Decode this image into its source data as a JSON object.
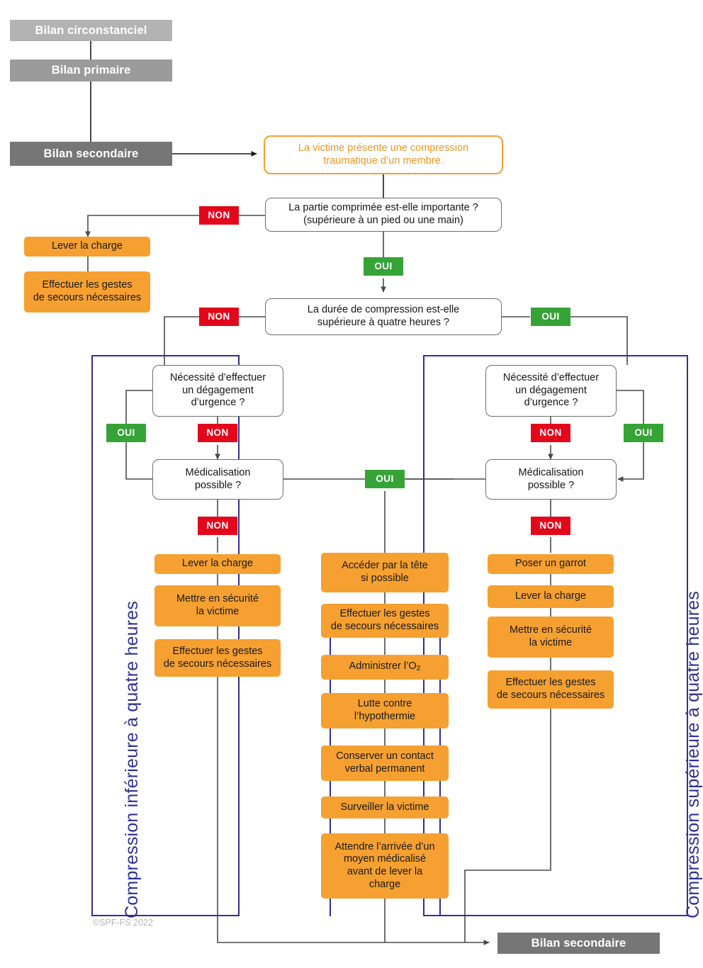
{
  "meta": {
    "title": "Conduite a tenir - Compression traumatique d'un membre",
    "copyright": "©SPF-FS 2022"
  },
  "colors": {
    "orange_fill": "#F5A030",
    "orange_text": "#F0971F",
    "red_tag": "#E3071B",
    "green_tag": "#36A337",
    "frame_blue": "#2E3192",
    "grey_light": "#b3b3b3",
    "grey_mid": "#9b9b9b",
    "grey_dark": "#767676",
    "wire_grey": "#6e6e6e"
  },
  "bilans": {
    "circonstanciel": "Bilan circonstanciel",
    "primaire": "Bilan primaire",
    "secondaire": "Bilan secondaire",
    "secondaire_final": "Bilan secondaire"
  },
  "start": {
    "line1": "La victime présente une compression",
    "line2": "traumatique d’un membre."
  },
  "decisions": {
    "partie_comprimee": {
      "line1": "La partie comprimée est-elle importante ?",
      "line2": "(supérieure à un pied ou une main)"
    },
    "duree": {
      "line1": "La durée de compression est-elle",
      "line2": "supérieure à quatre heures ?"
    },
    "degagement_gauche": {
      "line1": "Nécessité d’effectuer",
      "line2": "un dégagement",
      "line3": "d’urgence ?"
    },
    "medicalisation_gauche": {
      "line1": "Médicalisation",
      "line2": "possible ?"
    },
    "degagement_droite": {
      "line1": "Nécessité d’effectuer",
      "line2": "un dégagement",
      "line3": "d’urgence ?"
    },
    "medicalisation_droite": {
      "line1": "Médicalisation",
      "line2": "possible ?"
    }
  },
  "tags": {
    "non": "NON",
    "oui": "OUI"
  },
  "frames": {
    "left_label": "Compression inférieure à quatre heures",
    "right_label": "Compression supérieure à quatre heures"
  },
  "branch_non_top": {
    "actions": [
      {
        "line1": "Lever la charge"
      },
      {
        "line1": "Effectuer les gestes",
        "line2": "de secours nécessaires"
      }
    ]
  },
  "branch_left": {
    "actions": [
      {
        "line1": "Lever la charge"
      },
      {
        "line1": "Mettre en sécurité",
        "line2": "la victime"
      },
      {
        "line1": "Effectuer les gestes",
        "line2": "de secours nécessaires"
      }
    ]
  },
  "branch_center": {
    "actions": [
      {
        "line1": "Accéder par la tête",
        "line2": "si possible"
      },
      {
        "line1": "Effectuer les gestes",
        "line2": "de secours nécessaires"
      },
      {
        "line1": "Administrer l’O",
        "sub": "2"
      },
      {
        "line1": "Lutte contre",
        "line2": "l’hypothermie"
      },
      {
        "line1": "Conserver un contact",
        "line2": "verbal permanent"
      },
      {
        "line1": "Surveiller la victime"
      },
      {
        "line1": "Attendre l’arrivée d’un",
        "line2": "moyen médicalisé",
        "line3": "avant de lever la",
        "line4": "charge"
      }
    ]
  },
  "branch_right": {
    "actions": [
      {
        "line1": "Poser un garrot"
      },
      {
        "line1": "Lever la charge"
      },
      {
        "line1": "Mettre en sécurité",
        "line2": "la victime"
      },
      {
        "line1": "Effectuer les gestes",
        "line2": "de secours nécessaires"
      }
    ]
  }
}
